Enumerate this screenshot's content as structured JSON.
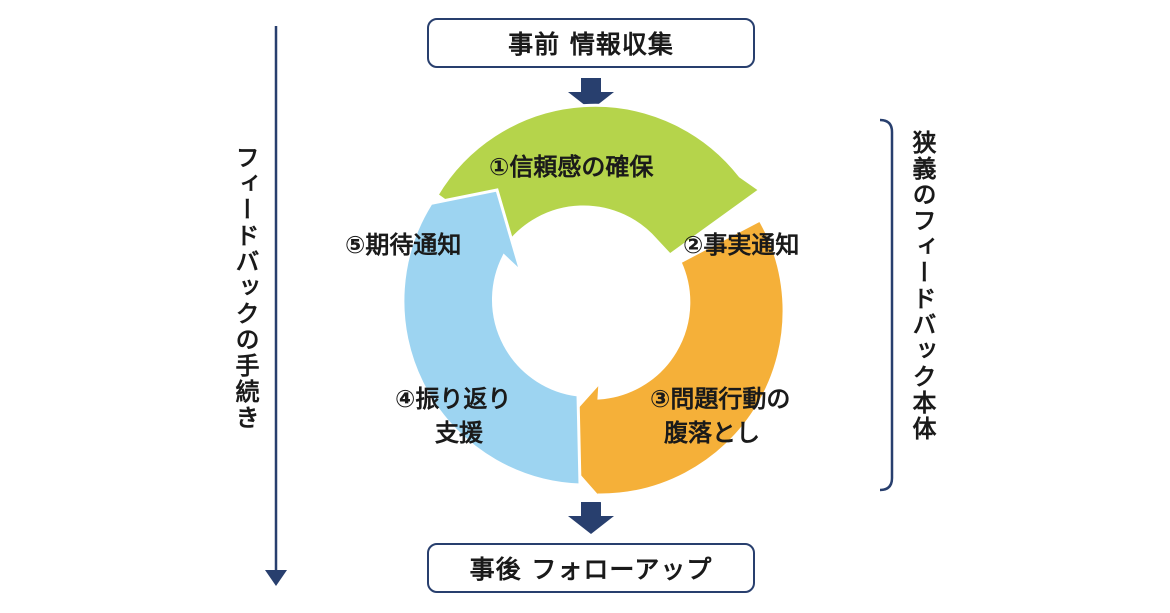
{
  "pre_step": "事前 情報収集",
  "post_step": "事後 フォローアップ",
  "left_caption": "フィードバックの手続き",
  "right_caption": "狭義のフィードバック本体",
  "cycle": [
    {
      "label": "①信頼感の確保",
      "color": "#b5d44b"
    },
    {
      "label": "②事実通知",
      "color": "#b5d44b"
    },
    {
      "label": "③問題行動の",
      "label2": "腹落とし",
      "color": "#f5b039"
    },
    {
      "label": "④振り返り",
      "label2": "支援",
      "color": "#9dd4f1"
    },
    {
      "label": "⑤期待通知",
      "color": "#9dd4f1"
    }
  ],
  "colors": {
    "navy": "#283f6e",
    "green": "#b5d44b",
    "orange": "#f5b039",
    "blue": "#9dd4f1"
  }
}
